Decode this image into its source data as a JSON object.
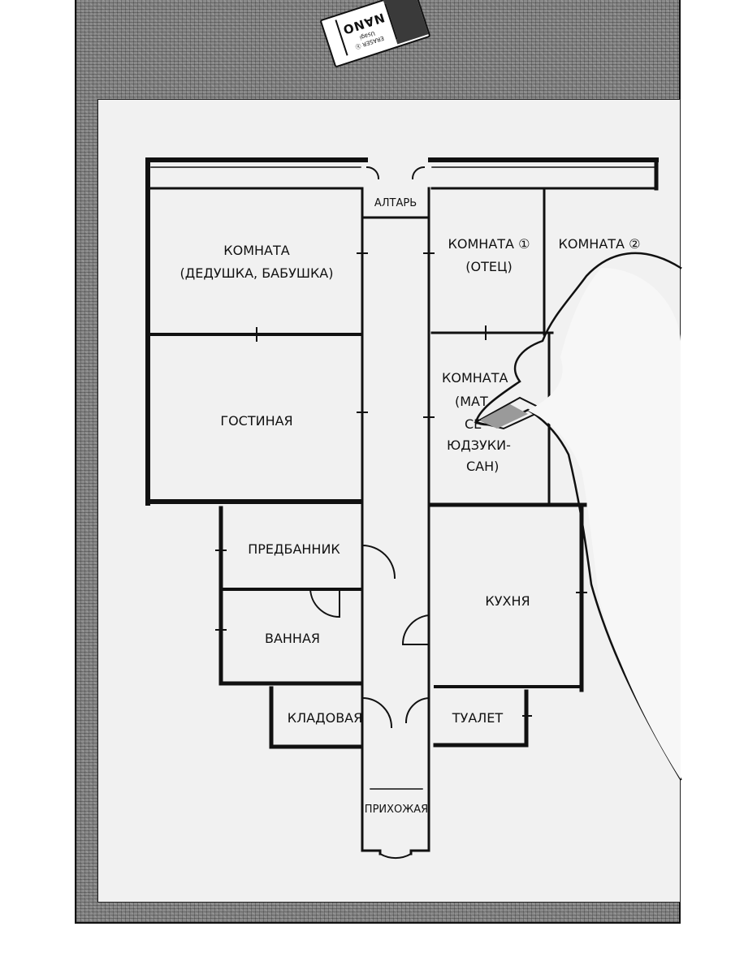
{
  "eraser": {
    "brand": "NANO",
    "subtext": "ERASER ⓑ Usagi"
  },
  "rooms": {
    "altar": "АЛТАРЬ",
    "grandparents_line1": "КОМНАТА",
    "grandparents_line2": "(ДЕДУШКА, БАБУШКА)",
    "room1_line1": "КОМНАТА ①",
    "room1_line2": "(ОТЕЦ)",
    "room2_line1": "КОМНАТА ②",
    "living_room": "ГОСТИНАЯ",
    "room3_line1": "КОМНАТА",
    "room3_line2": "(МАТ",
    "room3_line3": "СЕ",
    "room3_line4": "ЮДЗУКИ-",
    "room3_line5": "САН)",
    "dressing_room": "ПРЕДБАННИК",
    "kitchen": "КУХНЯ",
    "bathroom": "ВАННАЯ",
    "storage": "КЛАДОВАЯ",
    "toilet": "ТУАЛЕТ",
    "hallway": "ПРИХОЖАЯ"
  },
  "colors": {
    "ink": "#111111",
    "paper": "#f1f1f1",
    "screentone": "#8a8a8a"
  }
}
